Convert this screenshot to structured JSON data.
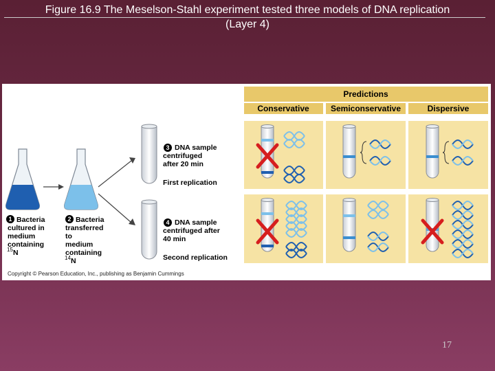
{
  "slide": {
    "title_line1": "Figure 16.9  The Meselson-Stahl experiment tested three models of DNA replication",
    "title_line2": "(Layer 4)",
    "page_number": "17"
  },
  "figure": {
    "predictions_header": "Predictions",
    "models": [
      "Conservative",
      "Semiconservative",
      "Dispersive"
    ],
    "step1": {
      "number": "1",
      "lines": [
        "Bacteria",
        "cultured in",
        "medium",
        "containing"
      ],
      "isotope_mass": "15",
      "isotope_symbol": "N"
    },
    "step2": {
      "number": "2",
      "lines": [
        "Bacteria",
        "transferred",
        "to",
        "medium",
        "containing"
      ],
      "isotope_mass": "14",
      "isotope_symbol": "N"
    },
    "step3": {
      "number": "3",
      "lines": [
        "DNA sample",
        "centrifuged",
        "after 20 min"
      ]
    },
    "step4": {
      "number": "4",
      "lines": [
        "DNA sample",
        "centrifuged after",
        "40 min"
      ]
    },
    "first_replication": "First replication",
    "second_replication": "Second replication",
    "copyright": "Copyright © Pearson Education, Inc., publishing as Benjamin Cummings",
    "colors": {
      "heavy_medium": "#1f5fb0",
      "light_medium": "#7cc0ea",
      "predictions_bg": "#f6e3a4",
      "header_bg": "#e8c86a",
      "reject_mark": "#d61e1e"
    }
  }
}
